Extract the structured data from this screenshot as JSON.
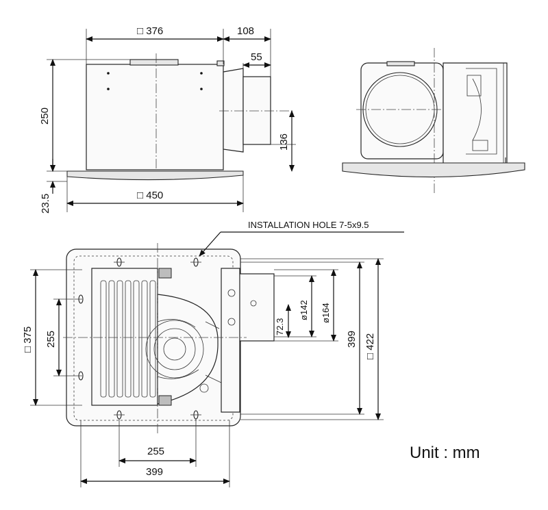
{
  "dimensions": {
    "top_width": "□ 376",
    "duct_length": "108",
    "duct_inner": "55",
    "height": "250",
    "duct_height": "136",
    "flange_height": "23.5",
    "grille_width": "□ 450",
    "bottom_left_side": "□ 375",
    "bottom_hole_v": "255",
    "bottom_offset": "72.3",
    "duct_d1": "ø142",
    "duct_d2": "ø164",
    "bottom_right_399": "399",
    "bottom_right_422": "□ 422",
    "bottom_hole_h": "255",
    "bottom_width": "399"
  },
  "labels": {
    "installation_hole": "INSTALLATION HOLE 7-5x9.5",
    "unit": "Unit : mm"
  }
}
